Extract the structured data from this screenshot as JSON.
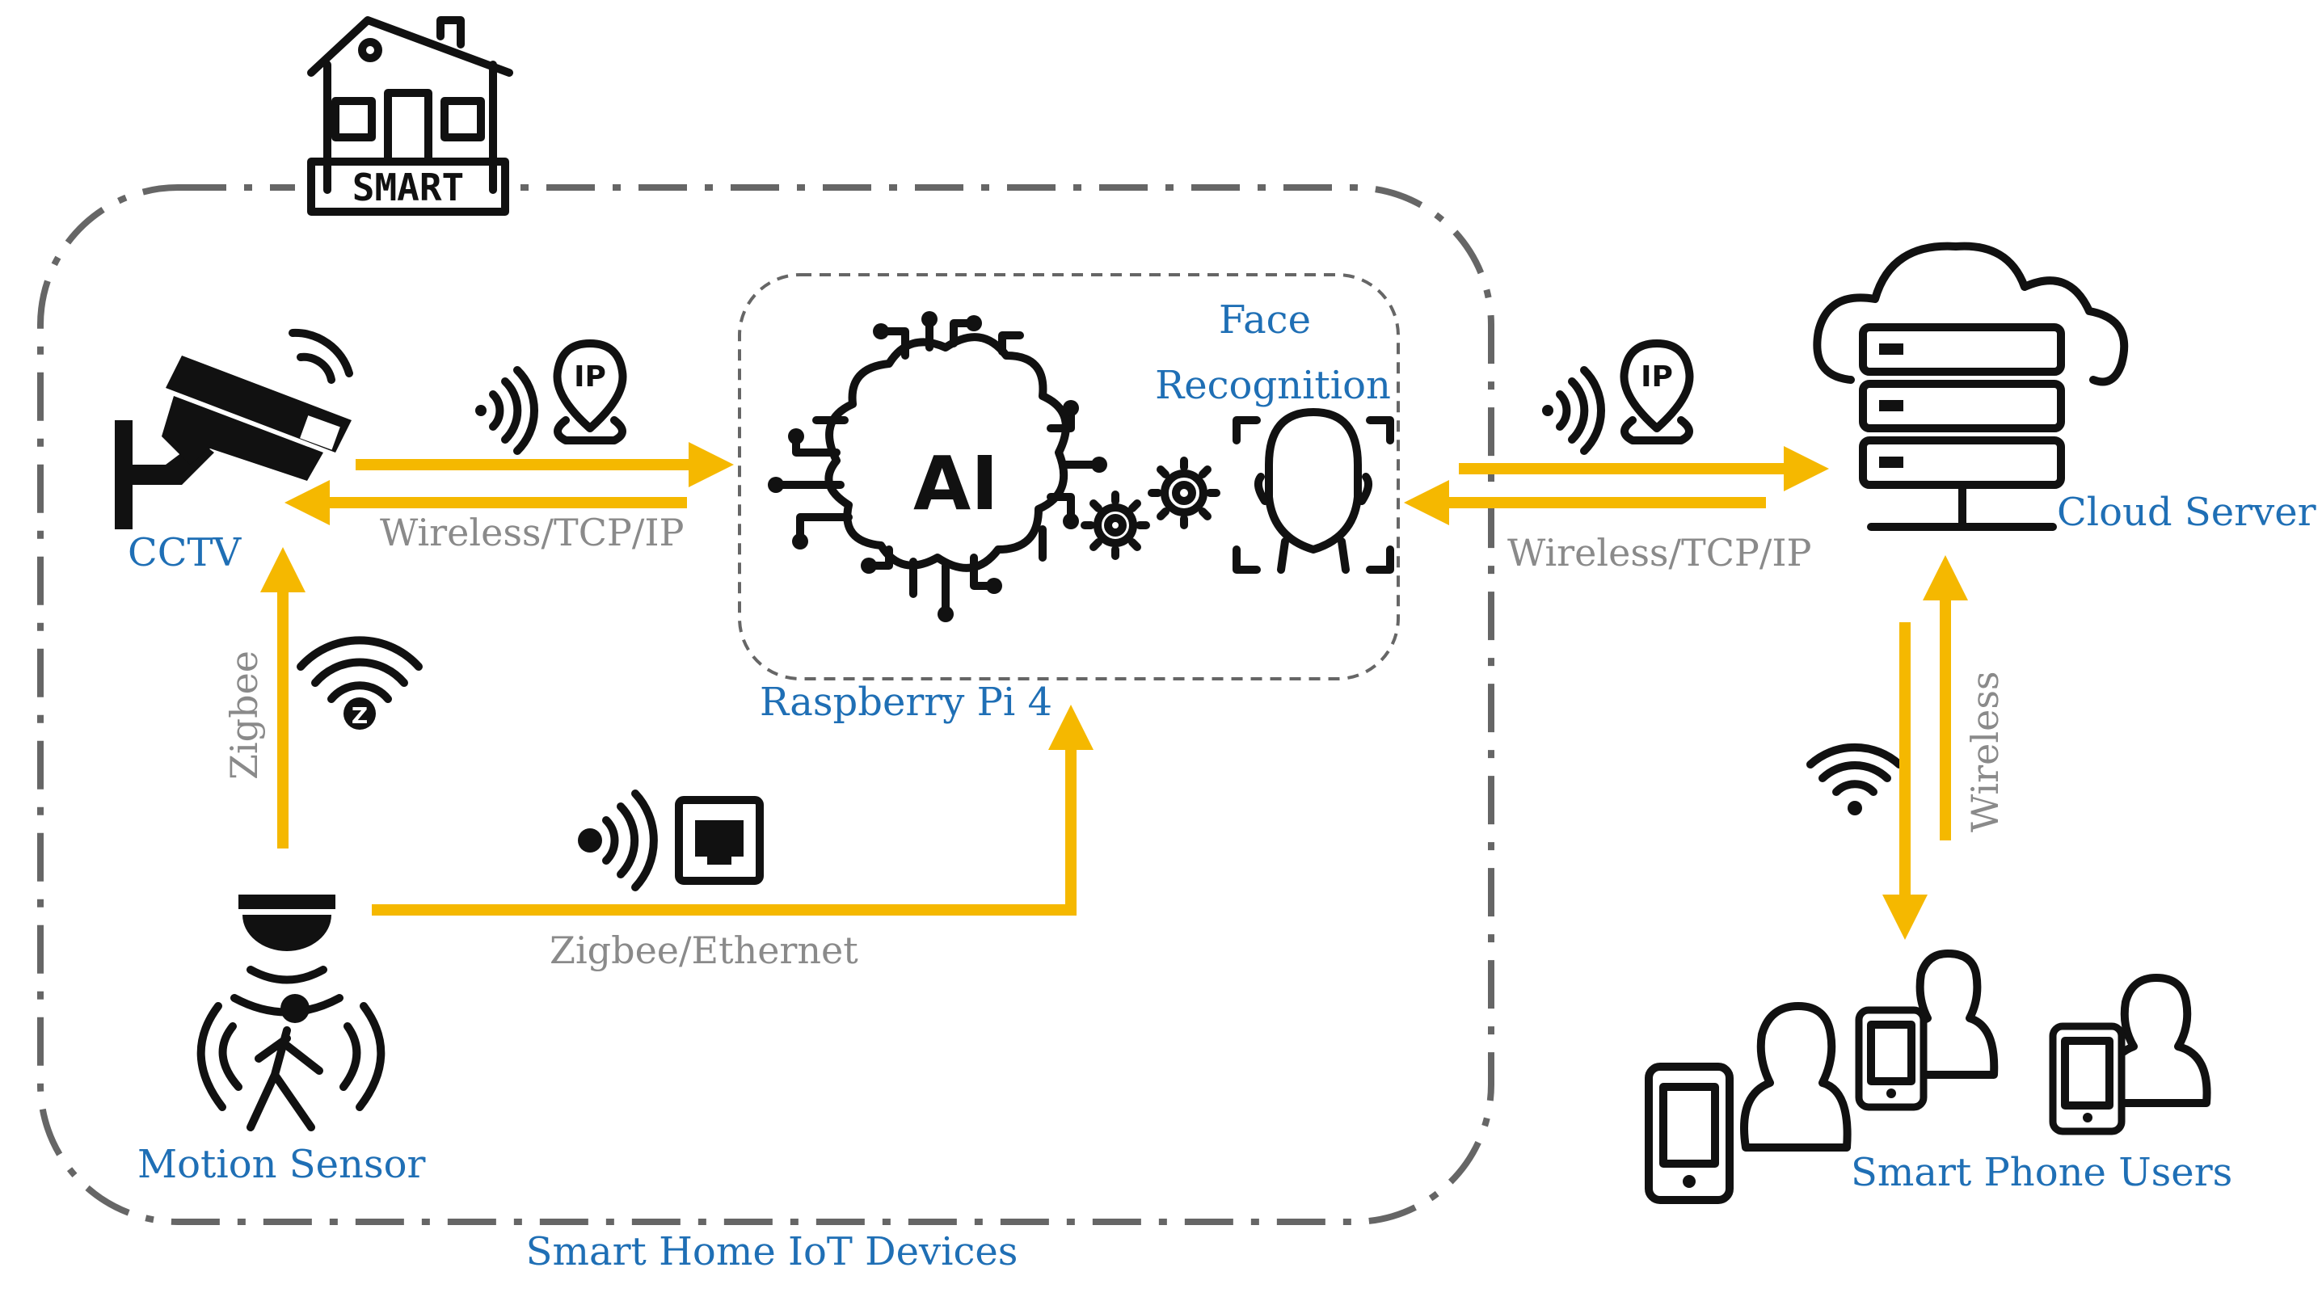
{
  "house_badge": {
    "text": "SMART"
  },
  "group": {
    "label": "Smart Home IoT Devices"
  },
  "nodes": {
    "cctv": "CCTV",
    "motion_sensor": "Motion Sensor",
    "raspberry_pi": "Raspberry Pi 4",
    "face_recognition_line1": "Face",
    "face_recognition_line2": "Recognition",
    "ai_chip": "AI",
    "cloud_server": "Cloud Server",
    "smart_phone_users": "Smart Phone Users"
  },
  "connections": {
    "cctv_to_pi": "Wireless/TCP/IP",
    "pi_to_cloud": "Wireless/TCP/IP",
    "motion_to_cctv": "Zigbee",
    "motion_to_pi": "Zigbee/Ethernet",
    "cloud_to_users": "Wireless"
  },
  "badges": {
    "ip_left": "IP",
    "ip_right": "IP",
    "zigbee": "Z"
  },
  "colors": {
    "arrow": "#f5b800",
    "label_blue": "#1f6fb5",
    "label_grey": "#8a8a8a",
    "icon": "#111111"
  },
  "icons": [
    "house-icon",
    "cctv-camera-icon",
    "wifi-icon",
    "ip-pin-icon",
    "ai-brain-chip-icon",
    "gear-icon",
    "face-scan-icon",
    "cloud-server-icon",
    "motion-sensor-icon",
    "walking-person-icon",
    "zigbee-icon",
    "ethernet-port-icon",
    "smartphone-user-icon"
  ]
}
